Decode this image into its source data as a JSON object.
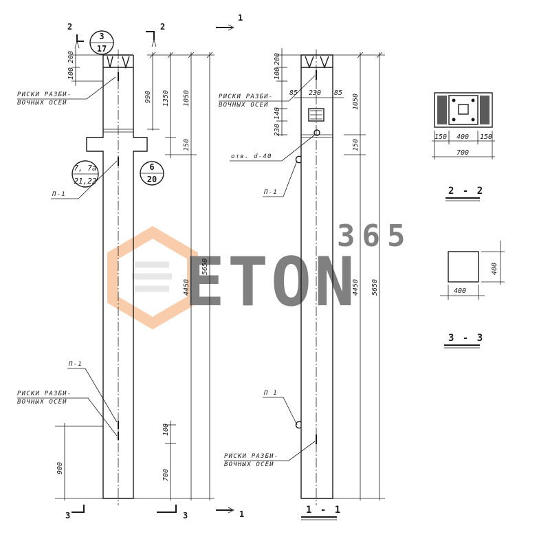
{
  "labels": {
    "risk_line1": "РИСКИ РАЗБИ-",
    "risk_line2": "ВОЧНЫХ ОСЕЙ",
    "p1": "П-1",
    "p1_alt": "П 1",
    "hole": "отв. d-40"
  },
  "section_marks": {
    "mark_1": "1",
    "mark_2": "2",
    "mark_3": "3"
  },
  "callouts": {
    "top": {
      "num": "3",
      "sheet": "17"
    },
    "mid": {
      "num": "7, 7а",
      "sheet": "21,22"
    },
    "right": {
      "num": "6",
      "sheet": "20"
    }
  },
  "dimensions": {
    "d200": "200",
    "d100": "100",
    "d990": "990",
    "d1350": "1350",
    "d1050": "1050",
    "d150": "150",
    "d4450": "4450",
    "d5650": "5650",
    "d900": "900",
    "d700": "700",
    "d85": "85",
    "d230": "230",
    "d400": "400",
    "d140": "140"
  },
  "sections": {
    "s11": "1 - 1",
    "s22": "2 - 2",
    "s33": "3 - 3"
  },
  "watermark": {
    "number": "365",
    "brand": "ETON"
  },
  "colors": {
    "ink": "#1a1a1a",
    "watermark_orange": "#f5a66a",
    "watermark_gray": "#d4d4d4"
  }
}
